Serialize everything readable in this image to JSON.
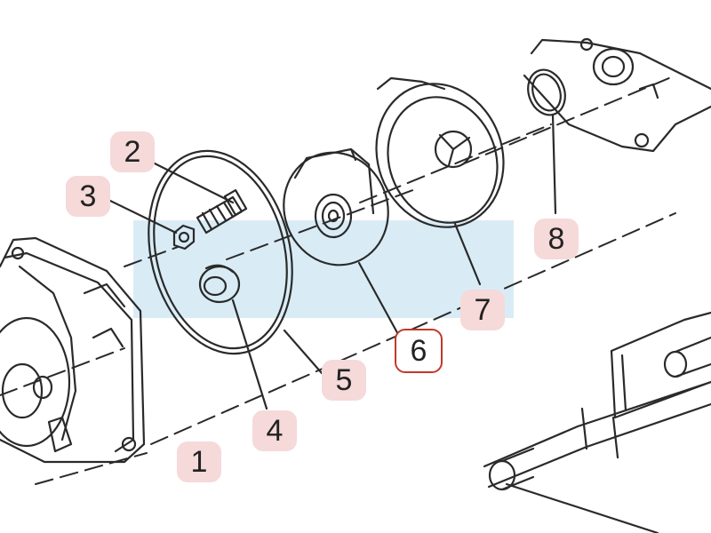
{
  "colors": {
    "callout_fill": "#f6d9d9",
    "highlight_border": "#c0392b",
    "highlight_fill": "#ffffff",
    "band": "#d9ecf6",
    "line": "#2a2a2a"
  },
  "callouts": [
    {
      "id": "1",
      "label": "1",
      "highlighted": false
    },
    {
      "id": "2",
      "label": "2",
      "highlighted": false
    },
    {
      "id": "3",
      "label": "3",
      "highlighted": false
    },
    {
      "id": "4",
      "label": "4",
      "highlighted": false
    },
    {
      "id": "5",
      "label": "5",
      "highlighted": false
    },
    {
      "id": "6",
      "label": "6",
      "highlighted": true
    },
    {
      "id": "7",
      "label": "7",
      "highlighted": false
    },
    {
      "id": "8",
      "label": "8",
      "highlighted": false
    }
  ]
}
